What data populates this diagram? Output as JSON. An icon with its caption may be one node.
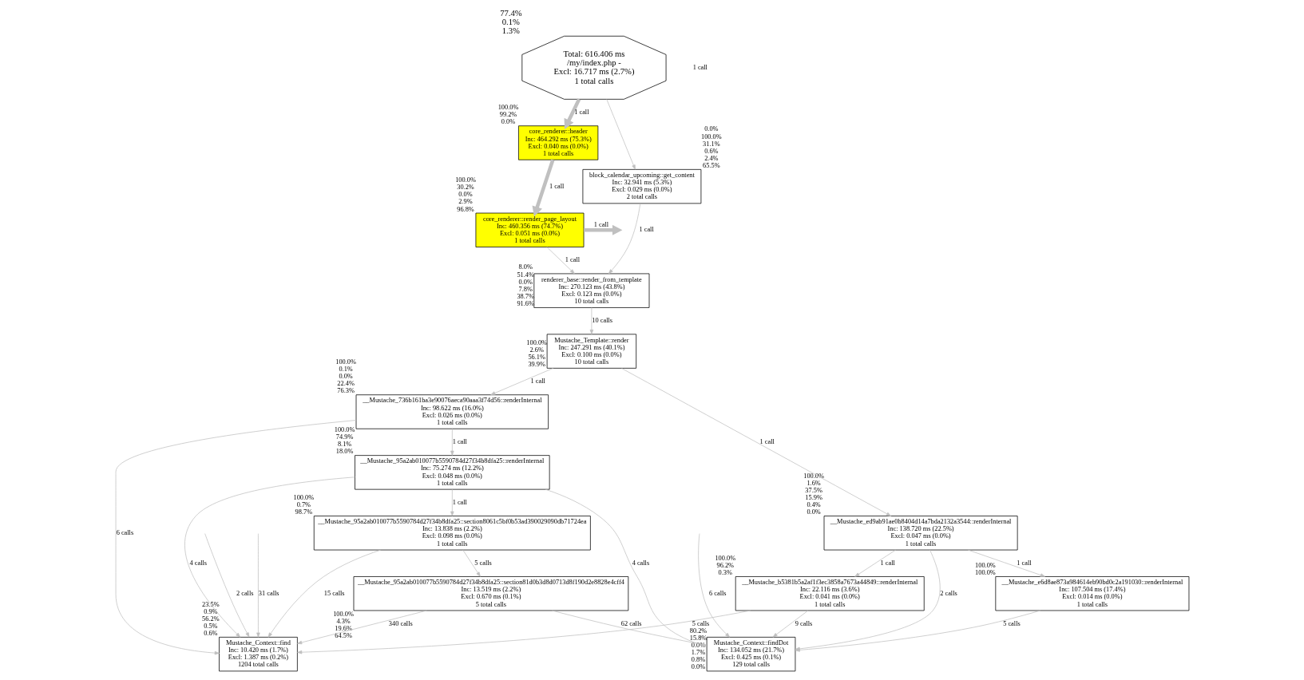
{
  "diagram": {
    "nodes": [
      {
        "text": [
          "Total: 616.406 ms",
          "/my/index.php -",
          "Excl: 16.717 ms (2.7%)",
          "1 total calls"
        ],
        "beside": [
          "77.4%",
          "0.1%",
          "1.3%"
        ]
      },
      {
        "text": [
          "core_renderer::header",
          "Inc: 464.292 ms (75.3%)",
          "Excl: 0.040 ms (0.0%)",
          "1 total calls"
        ],
        "beside": [
          "100.0%",
          "99.2%",
          "0.0%"
        ]
      },
      {
        "text": [
          "core_renderer::render_page_layout",
          "Inc: 460.356 ms (74.7%)",
          "Excl: 0.051 ms (0.0%)",
          "1 total calls"
        ],
        "beside": [
          "100.0%",
          "30.2%",
          "0.0%",
          "2.9%",
          "96.8%"
        ]
      },
      {
        "text": [
          "block_calendar_upcoming::get_content",
          "Inc: 32.941 ms (5.3%)",
          "Excl: 0.029 ms (0.0%)",
          "2 total calls"
        ],
        "beside": [
          "0.0%",
          "100.0%",
          "31.1%",
          "0.6%",
          "2.4%",
          "65.5%"
        ]
      },
      {
        "text": [
          "renderer_base::render_from_template",
          "Inc: 270.123 ms (43.8%)",
          "Excl: 0.123 ms (0.0%)",
          "10 total calls"
        ],
        "beside": [
          "8.0%",
          "51.4%",
          "0.0%",
          "7.8%",
          "38.7%",
          "91.6%"
        ]
      },
      {
        "text": [
          "Mustache_Template::render",
          "Inc: 247.291 ms (40.1%)",
          "Excl: 0.100 ms (0.0%)",
          "10 total calls"
        ],
        "beside": [
          "100.0%",
          "2.6%",
          "56.1%",
          "39.9%"
        ]
      },
      {
        "text": [
          "__Mustache_736b161ba3e90076aeca90aaa3f74d56::renderInternal",
          "Inc: 98.622 ms (16.0%)",
          "Excl: 0.026 ms (0.0%)",
          "1 total calls"
        ],
        "beside": [
          "100.0%",
          "0.1%",
          "0.0%",
          "22.4%",
          "76.3%"
        ]
      },
      {
        "text": [
          "__Mustache_95a2ab010077b5590784d27f34b8dfa25::renderInternal",
          "Inc: 75.274 ms (12.2%)",
          "Excl: 0.048 ms (0.0%)",
          "1 total calls"
        ],
        "beside": [
          "100.0%",
          "74.9%",
          "8.1%",
          "18.0%"
        ]
      },
      {
        "text": [
          "__Mustache_ed9ab91ae0b8404d14a7bda2132a3544::renderInternal",
          "Inc: 138.720 ms (22.5%)",
          "Excl: 0.047 ms (0.0%)",
          "1 total calls"
        ],
        "beside": [
          "100.0%",
          "1.6%",
          "37.5%",
          "15.9%",
          "0.4%",
          "0.0%"
        ]
      },
      {
        "text": [
          "__Mustache_95a2ab010077b5590784d27f34b8dfa25::section8061c5bf0b53ad390029090db71724ea",
          "Inc: 13.838 ms (2.2%)",
          "Excl: 0.098 ms (0.0%)",
          "1 total calls"
        ],
        "beside": [
          "100.0%",
          "0.7%",
          "98.7%"
        ]
      },
      {
        "text": [
          "__Mustache_e6d8ae873a984614eb90bd0c2a191030::renderInternal",
          "Inc: 107.504 ms (17.4%)",
          "Excl: 0.014 ms (0.0%)",
          "1 total calls"
        ],
        "beside": [
          "100.0%",
          "100.0%"
        ]
      },
      {
        "text": [
          "__Mustache_b5381b5a2af1f3ec3858a7673a44849::renderInternal",
          "Inc: 22.116 ms (3.6%)",
          "Excl: 0.041 ms (0.0%)",
          "1 total calls"
        ],
        "beside": [
          "100.0%",
          "96.2%",
          "0.3%"
        ]
      },
      {
        "text": [
          "__Mustache_95a2ab010077b5590784d27f34b8dfa25::section81d0b3d8d0713d8f190d2e8828e4cff4",
          "Inc: 13.519 ms (2.2%)",
          "Excl: 0.670 ms (0.1%)",
          "5 total calls"
        ],
        "beside": [
          "100.0%",
          "4.3%",
          "19.6%",
          "64.5%"
        ]
      },
      {
        "text": [
          "Mustache_Context::findDot",
          "Inc: 134.052 ms (21.7%)",
          "Excl: 0.425 ms (0.1%)",
          "129 total calls"
        ],
        "beside": [
          "80.2%",
          "15.8%",
          "0.0%",
          "1.7%",
          "0.8%",
          "0.0%"
        ]
      },
      {
        "text": [
          "Mustache_Context::find",
          "Inc: 10.420 ms (1.7%)",
          "Excl: 1.387 ms (0.2%)",
          "1204 total calls"
        ],
        "beside": [
          "23.5%",
          "0.9%",
          "56.2%",
          "0.5%",
          "0.6%"
        ]
      }
    ],
    "edges": [
      {
        "from": 0,
        "to": 1,
        "arrow": "to",
        "label": "1 call",
        "style": "thick"
      },
      {
        "from": 1,
        "to": 2,
        "arrow": "to",
        "label": "1 call",
        "style": "thick"
      },
      {
        "from": 2,
        "to": null,
        "arrow": "to",
        "label": "1 call",
        "style": "thick"
      },
      {
        "from": 2,
        "to": 4,
        "arrow": "to",
        "label": "1 call"
      },
      {
        "from": 3,
        "to": 4,
        "arrow": "to",
        "label": "1 call"
      },
      {
        "from": 4,
        "to": 5,
        "arrow": "to",
        "label": "10 calls"
      },
      {
        "from": 5,
        "to": 6,
        "arrow": "to",
        "label": "1 call"
      },
      {
        "from": 5,
        "to": 8,
        "arrow": "to",
        "label": "1 call"
      },
      {
        "from": 6,
        "to": 7,
        "arrow": "to",
        "label": "1 call"
      },
      {
        "from": 7,
        "to": 9,
        "arrow": "to",
        "label": "1 call"
      },
      {
        "from": 8,
        "to": 10,
        "arrow": "to",
        "label": "1 call"
      },
      {
        "from": 8,
        "to": 11,
        "arrow": "to",
        "label": "1 call"
      },
      {
        "from": 10,
        "to": 13,
        "arrow": "to",
        "label": "5 calls"
      },
      {
        "from": 11,
        "to": 13,
        "arrow": "to",
        "label": "9 calls"
      },
      {
        "from": 9,
        "to": 12,
        "arrow": "to",
        "label": "5 calls"
      },
      {
        "from": 12,
        "to": 14,
        "arrow": "to",
        "label": "340 calls"
      },
      {
        "from": 8,
        "to": 13,
        "arrow": "to",
        "label": "2 calls"
      },
      {
        "from": 7,
        "to": 13,
        "arrow": "to",
        "label": "4 calls"
      },
      {
        "from": 6,
        "to": 14,
        "arrow": "to",
        "label": "6 calls"
      },
      {
        "from": 9,
        "to": 14,
        "arrow": "to",
        "label": "15 calls"
      },
      {
        "from": 11,
        "to": 14,
        "arrow": "to",
        "label": "5 calls"
      },
      {
        "from": 12,
        "to": 13,
        "arrow": "to",
        "label": "62 calls"
      },
      {
        "from": 7,
        "to": 14,
        "arrow": "to",
        "label": "4 calls"
      },
      {
        "from": null,
        "to": 14,
        "arrow": "to",
        "label": "2 calls"
      },
      {
        "from": null,
        "to": 14,
        "arrow": "to",
        "label": "31 calls"
      },
      {
        "from": null,
        "to": 13,
        "arrow": "to",
        "label": "6 calls"
      },
      {
        "from": 0,
        "to": 3,
        "arrow": "to"
      }
    ],
    "labels": [
      "1 call"
    ]
  }
}
